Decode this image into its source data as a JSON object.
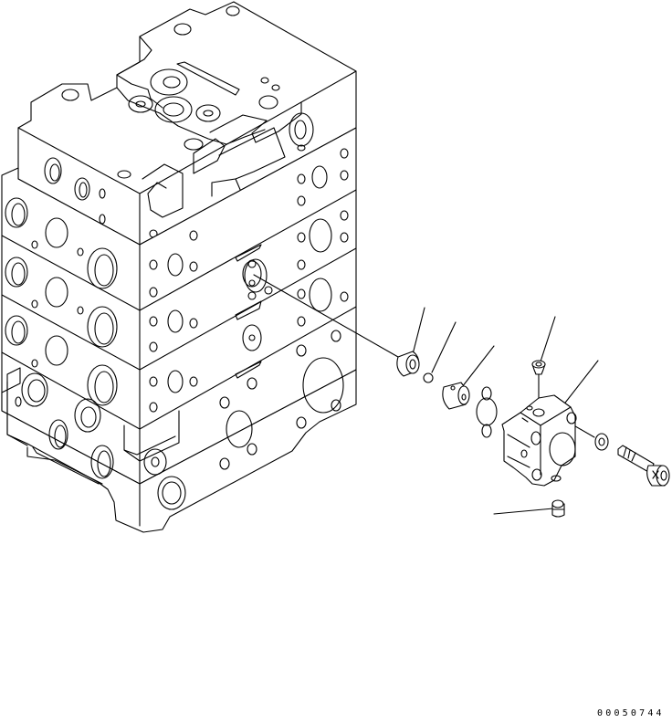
{
  "diagram": {
    "type": "exploded parts diagram",
    "subject": "control valve block with valve cover assembly",
    "reference_number": "00050744",
    "colors": {
      "line": "#000000",
      "background": "#ffffff"
    },
    "parts": [
      {
        "id": "valve-block",
        "label": "Main valve body (stacked sections)"
      },
      {
        "id": "collar",
        "label": "Sleeve / collar"
      },
      {
        "id": "ball",
        "label": "Ball"
      },
      {
        "id": "spool-piston",
        "label": "Piston / plug"
      },
      {
        "id": "o-rings",
        "label": "O-rings (small, large, small)"
      },
      {
        "id": "top-plug",
        "label": "Top plug"
      },
      {
        "id": "cover-block",
        "label": "Valve cover block"
      },
      {
        "id": "washer",
        "label": "Washer"
      },
      {
        "id": "bolt",
        "label": "Socket head bolt"
      },
      {
        "id": "bottom-plug",
        "label": "Bottom plug"
      }
    ],
    "leader_lines": 7
  }
}
